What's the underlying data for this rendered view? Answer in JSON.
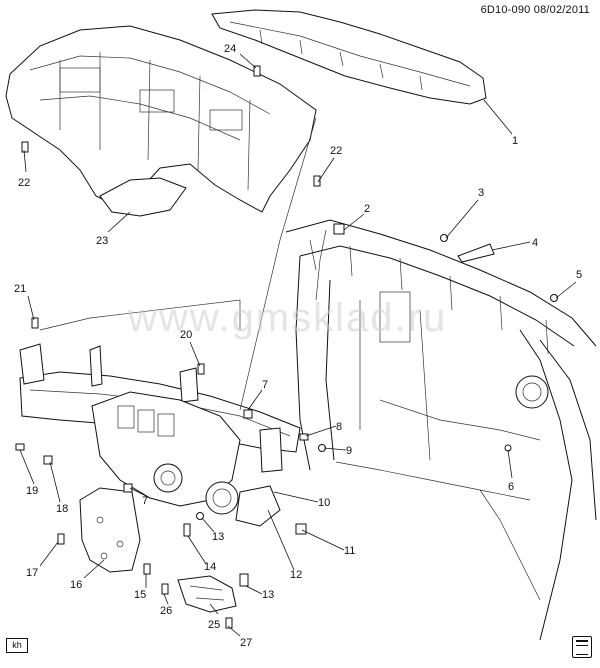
{
  "header": {
    "doc_id": "6D10-090",
    "date": "08/02/2011"
  },
  "watermark": "www.gmsklad.ru",
  "corner_badge": "kh",
  "icons": {
    "book": "service-manual-book-icon"
  },
  "callouts": [
    {
      "num": "1"
    },
    {
      "num": "2"
    },
    {
      "num": "3"
    },
    {
      "num": "4"
    },
    {
      "num": "5"
    },
    {
      "num": "6"
    },
    {
      "num": "7"
    },
    {
      "num": "7"
    },
    {
      "num": "8"
    },
    {
      "num": "9"
    },
    {
      "num": "10"
    },
    {
      "num": "11"
    },
    {
      "num": "12"
    },
    {
      "num": "13"
    },
    {
      "num": "13"
    },
    {
      "num": "14"
    },
    {
      "num": "15"
    },
    {
      "num": "16"
    },
    {
      "num": "17"
    },
    {
      "num": "18"
    },
    {
      "num": "19"
    },
    {
      "num": "20"
    },
    {
      "num": "21"
    },
    {
      "num": "22"
    },
    {
      "num": "22"
    },
    {
      "num": "23"
    },
    {
      "num": "24"
    },
    {
      "num": "25"
    },
    {
      "num": "26"
    },
    {
      "num": "27"
    }
  ]
}
